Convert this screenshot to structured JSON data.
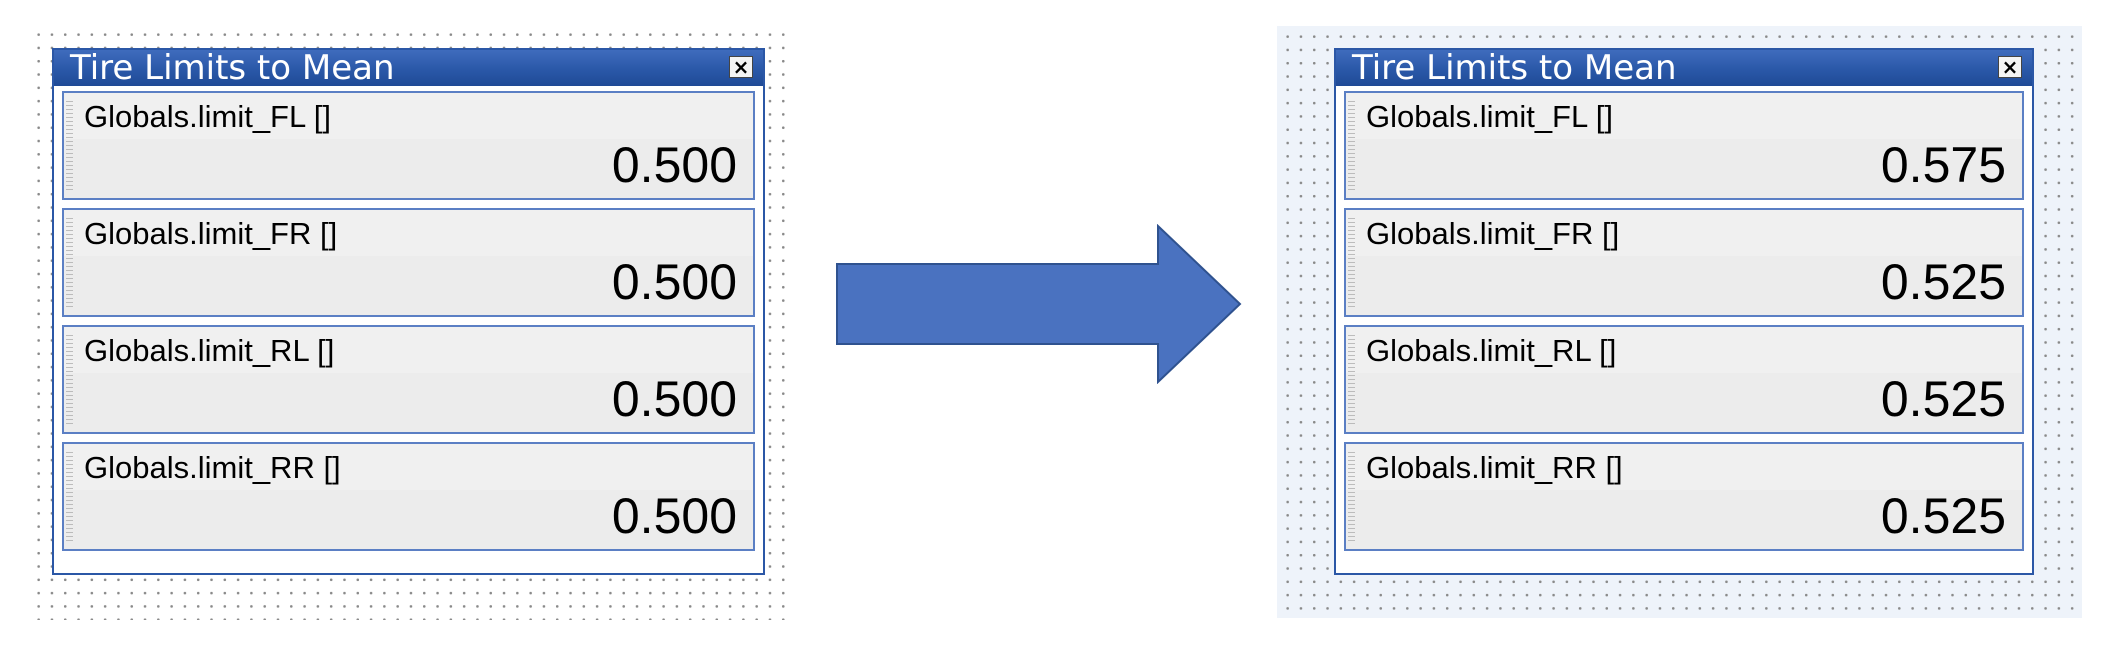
{
  "left_panel": {
    "title": "Tire Limits to Mean",
    "close_label": "×",
    "channels": [
      {
        "label": "Globals.limit_FL []",
        "value": "0.500"
      },
      {
        "label": "Globals.limit_FR []",
        "value": "0.500"
      },
      {
        "label": "Globals.limit_RL []",
        "value": "0.500"
      },
      {
        "label": "Globals.limit_RR []",
        "value": "0.500"
      }
    ]
  },
  "right_panel": {
    "title": "Tire Limits to Mean",
    "close_label": "×",
    "channels": [
      {
        "label": "Globals.limit_FL []",
        "value": "0.575"
      },
      {
        "label": "Globals.limit_FR []",
        "value": "0.525"
      },
      {
        "label": "Globals.limit_RL []",
        "value": "0.525"
      },
      {
        "label": "Globals.limit_RR []",
        "value": "0.525"
      }
    ]
  },
  "colors": {
    "title_bar": "#2a58a8",
    "panel_border": "#2b57a6",
    "arrow_fill": "#4a72c0",
    "arrow_stroke": "#2f528f"
  },
  "icons": {
    "close": "close-icon",
    "arrow": "right-arrow-icon"
  }
}
